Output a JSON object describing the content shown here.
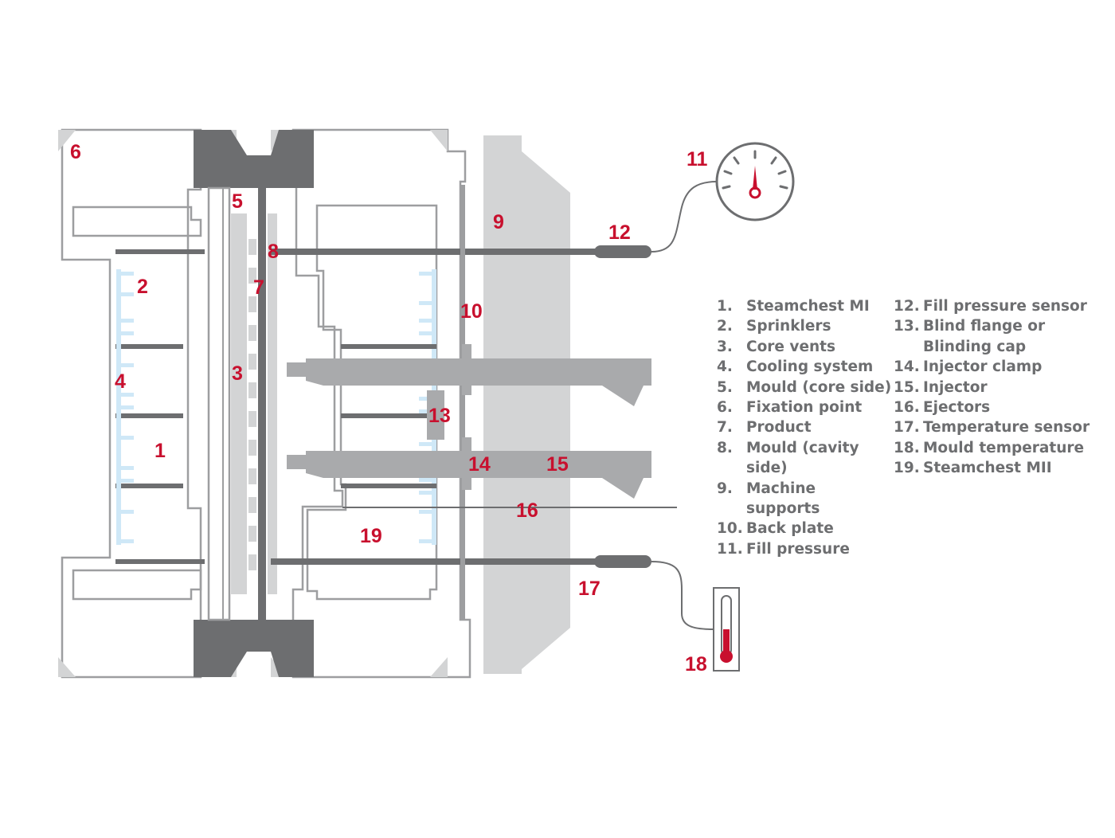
{
  "colors": {
    "accent": "#c8102e",
    "outline": "#9d9ea0",
    "dark_gray": "#6d6e70",
    "light_gray": "#d3d4d5",
    "mid_gray": "#a9aaac",
    "cooling": "#cfe8f7"
  },
  "callouts": [
    {
      "id": "1",
      "label": "1"
    },
    {
      "id": "2",
      "label": "2"
    },
    {
      "id": "3",
      "label": "3"
    },
    {
      "id": "4",
      "label": "4"
    },
    {
      "id": "5",
      "label": "5"
    },
    {
      "id": "6",
      "label": "6"
    },
    {
      "id": "7",
      "label": "7"
    },
    {
      "id": "8",
      "label": "8"
    },
    {
      "id": "9",
      "label": "9"
    },
    {
      "id": "10",
      "label": "10"
    },
    {
      "id": "11",
      "label": "11"
    },
    {
      "id": "12",
      "label": "12"
    },
    {
      "id": "13",
      "label": "13"
    },
    {
      "id": "14",
      "label": "14"
    },
    {
      "id": "15",
      "label": "15"
    },
    {
      "id": "16",
      "label": "16"
    },
    {
      "id": "17",
      "label": "17"
    },
    {
      "id": "18",
      "label": "18"
    },
    {
      "id": "19",
      "label": "19"
    }
  ],
  "legend": {
    "left": [
      {
        "num": "1.",
        "text": "Steamchest MI"
      },
      {
        "num": "2.",
        "text": "Sprinklers"
      },
      {
        "num": "3.",
        "text": "Core vents"
      },
      {
        "num": "4.",
        "text": "Cooling system"
      },
      {
        "num": "5.",
        "text": "Mould (core side)"
      },
      {
        "num": "6.",
        "text": "Fixation point"
      },
      {
        "num": "7.",
        "text": "Product"
      },
      {
        "num": "8.",
        "text": "Mould (cavity side)"
      },
      {
        "num": "9.",
        "text": "Machine supports"
      },
      {
        "num": "10.",
        "text": "Back plate"
      },
      {
        "num": "11.",
        "text": "Fill pressure"
      }
    ],
    "right": [
      {
        "num": "12.",
        "text": "Fill pressure sensor"
      },
      {
        "num": "13.",
        "text": "Blind flange or Blinding cap"
      },
      {
        "num": "14.",
        "text": "Injector clamp"
      },
      {
        "num": "15.",
        "text": "Injector"
      },
      {
        "num": "16.",
        "text": "Ejectors"
      },
      {
        "num": "17.",
        "text": "Temperature sensor"
      },
      {
        "num": "18.",
        "text": "Mould temperature"
      },
      {
        "num": "19.",
        "text": "Steamchest MII"
      }
    ]
  },
  "icons": {
    "gauge": "pressure-gauge-icon",
    "thermometer": "thermometer-icon"
  }
}
